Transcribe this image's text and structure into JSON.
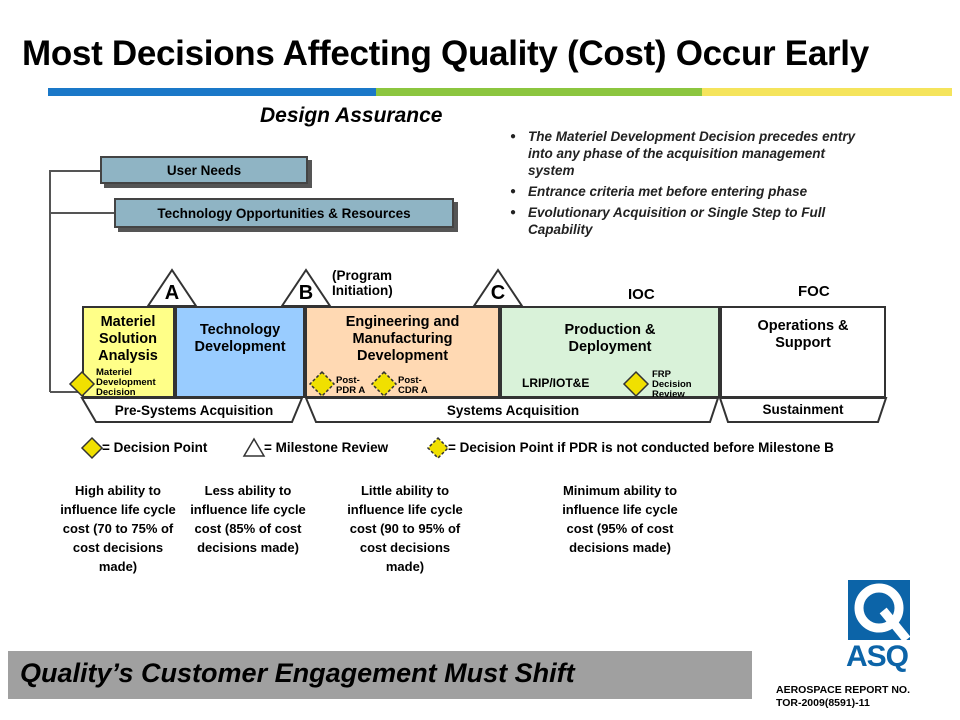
{
  "title": "Most Decisions Affecting Quality (Cost) Occur Early",
  "colors": {
    "rule_blue": "#1a78c8",
    "rule_green": "#8cc63f",
    "rule_yellow": "#f5e45c",
    "msa": "#ffff88",
    "td": "#99ccff",
    "emd": "#ffd9b3",
    "pd": "#d9f2d9",
    "os": "#ffffff",
    "info_box": "#8fb4c4",
    "decision_diamond": "#f0e000",
    "footer": "#a0a0a0",
    "asq_blue": "#0c64a8"
  },
  "subtitle": "Design Assurance",
  "bullets": [
    "The Materiel Development Decision precedes entry into any phase of the acquisition management system",
    "Entrance criteria met before entering phase",
    "Evolutionary Acquisition or Single Step to Full Capability"
  ],
  "info_boxes": {
    "user_needs": "User Needs",
    "tech_opp": "Technology Opportunities & Resources"
  },
  "milestones": {
    "a": "A",
    "b": "B",
    "c": "C",
    "program_initiation": "(Program Initiation)",
    "ioc": "IOC",
    "foc": "FOC"
  },
  "phases": {
    "msa": "Materiel Solution Analysis",
    "td": "Technology Development",
    "emd": "Engineering and Manufacturing Development",
    "pd": "Production & Deployment",
    "os": "Operations & Support"
  },
  "decisions": {
    "mdd": "Materiel Development Decision",
    "post_pdr": "Post-PDR A",
    "post_cdr": "Post-CDR A",
    "lrip": "LRIP/IOT&E",
    "frp": "FRP Decision Review"
  },
  "bars": {
    "pre": "Pre-Systems Acquisition",
    "sys": "Systems Acquisition",
    "sust": "Sustainment"
  },
  "legend": {
    "decision_point": "= Decision Point",
    "milestone_review": "= Milestone Review",
    "decision_if_pdr": "= Decision Point if PDR is not conducted before Milestone B"
  },
  "influence": [
    "High ability to influence life cycle cost (70 to 75% of cost decisions made)",
    "Less ability to influence life cycle cost (85% of cost decisions made)",
    "Little ability to influence life cycle cost (90 to 95% of cost decisions made)",
    "Minimum ability to influence life cycle cost (95% of cost decisions made)"
  ],
  "footer": "Quality’s Customer Engagement Must Shift",
  "logo": {
    "text": "ASQ"
  },
  "report": {
    "line1": "AEROSPACE REPORT NO.",
    "line2": "TOR-2009(8591)-11"
  }
}
